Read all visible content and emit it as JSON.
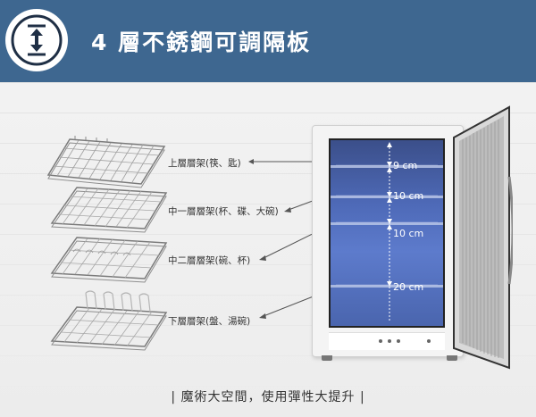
{
  "header": {
    "title": "4 層不銹鋼可調隔板",
    "icon": "up-down-arrow-icon",
    "background_color": "#3e6790"
  },
  "racks": [
    {
      "label": "上層層架(筷、匙)"
    },
    {
      "label": "中一層層架(杯、碟、大碗)"
    },
    {
      "label": "中二層層架(碗、杯)"
    },
    {
      "label": "下層層架(盤、湯碗)"
    }
  ],
  "dimensions": [
    {
      "label": "9 cm"
    },
    {
      "label": "10 cm"
    },
    {
      "label": "10 cm"
    },
    {
      "label": "20 cm"
    }
  ],
  "footer": {
    "text": "| 魔術大空間，使用彈性大提升 |"
  }
}
